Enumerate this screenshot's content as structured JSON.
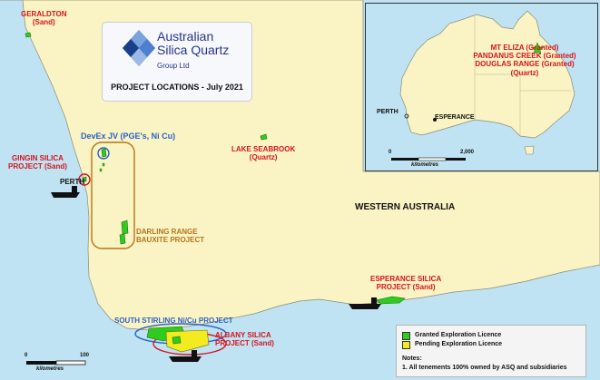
{
  "logo": {
    "name_line1": "Australian",
    "name_line2": "Silica Quartz",
    "group": "Group Ltd",
    "map_title": "PROJECT LOCATIONS - July 2021"
  },
  "labels": {
    "geraldton": "GERALDTON",
    "geraldton_sub": "(Sand)",
    "devex": "DevEx JV (PGE's, Ni Cu)",
    "gingin_1": "GINGIN SILICA",
    "gingin_2": "PROJECT (Sand)",
    "perth": "PERTH",
    "lake_seabrook_1": "LAKE SEABROOK",
    "lake_seabrook_2": "(Quartz)",
    "western_australia": "WESTERN AUSTRALIA",
    "darling_1": "DARLING RANGE",
    "darling_2": "BAUXITE PROJECT",
    "esperance_1": "ESPERANCE SILICA",
    "esperance_2": "PROJECT (Sand)",
    "south_stirling": "SOUTH STIRLING Ni/Cu PROJECT",
    "albany_1": "ALBANY SILICA",
    "albany_2": "PROJECT (Sand)"
  },
  "scale": {
    "start": "0",
    "end": "100",
    "unit": "kilometres"
  },
  "inset": {
    "mt_eliza": "MT ELIZA (Granted)",
    "pandanus": "PANDANUS CREEK (Granted)",
    "douglas": "DOUGLAS RANGE (Granted)",
    "quartz": "(Quartz)",
    "perth": "PERTH",
    "esperance": "ESPERANCE",
    "scale_start": "0",
    "scale_end": "2,000",
    "scale_unit": "kilometres"
  },
  "legend": {
    "granted": "Granted Exploration Licence",
    "pending": "Pending Exploration Licence",
    "notes_title": "Notes:",
    "note_1": "1. All tenements 100% owned by ASQ and subsidiaries"
  },
  "colors": {
    "sea": "#bfe3f2",
    "land": "#faf3c3",
    "granted": "#2fcb1f",
    "pending": "#f3ea1f",
    "label_red": "#d6141e",
    "label_blue": "#2a62c7",
    "label_brown": "#b4761b"
  }
}
